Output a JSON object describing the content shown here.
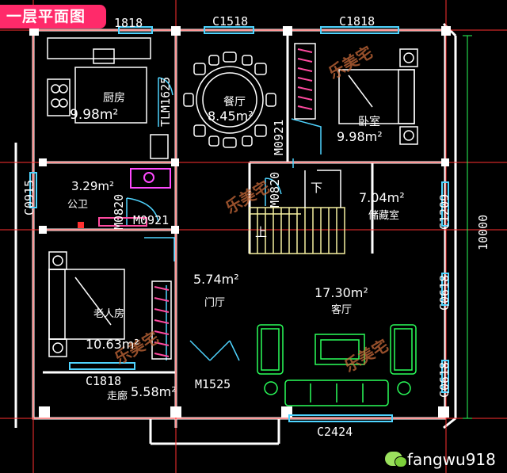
{
  "badge": "一层平面图",
  "watermark": {
    "handle": "fangwu918",
    "text": "乐美宅"
  },
  "colors": {
    "wall": "#ffffff",
    "window": "#4fd4ff",
    "furniture": "#ffffff",
    "sofa": "#2aff5a",
    "stair": "#f5f0a0",
    "dim": "#ff3030",
    "label": "#ffffff",
    "door": "#4fd4ff"
  },
  "rooms": {
    "kitchen": {
      "name": "厨房",
      "area": "9.98m²"
    },
    "dining": {
      "name": "餐厅",
      "area": "8.45m²"
    },
    "bedroom": {
      "name": "卧室",
      "area": "9.98m²"
    },
    "bath": {
      "name": "公卫",
      "area": "3.29m²"
    },
    "storage": {
      "name": "储藏室",
      "area": "7.04m²"
    },
    "foyer": {
      "name": "门厅",
      "area": "5.74m²"
    },
    "living": {
      "name": "客厅",
      "area": "17.30m²"
    },
    "elder": {
      "name": "老人房",
      "area": "10.63m²"
    },
    "corridor": {
      "name": "走廊",
      "area": "5.58m²"
    }
  },
  "codes": {
    "c1818_left": "1818",
    "c1518": "C1518",
    "c1818_top": "C1818",
    "tlm1625": "TLM1625",
    "m0921_dining": "M0921",
    "c0915": "C0915",
    "m0820_bath": "M0820",
    "m0921": "M0921",
    "m0820_stair": "M0820",
    "c1209": "C1209",
    "c0618_1": "C0618",
    "c0618_2": "C0618",
    "c1818_bottom": "C1818",
    "m1525": "M1525",
    "c2424": "C2424",
    "up_mark": "上",
    "down_mark": "下"
  },
  "dimension": "10000"
}
